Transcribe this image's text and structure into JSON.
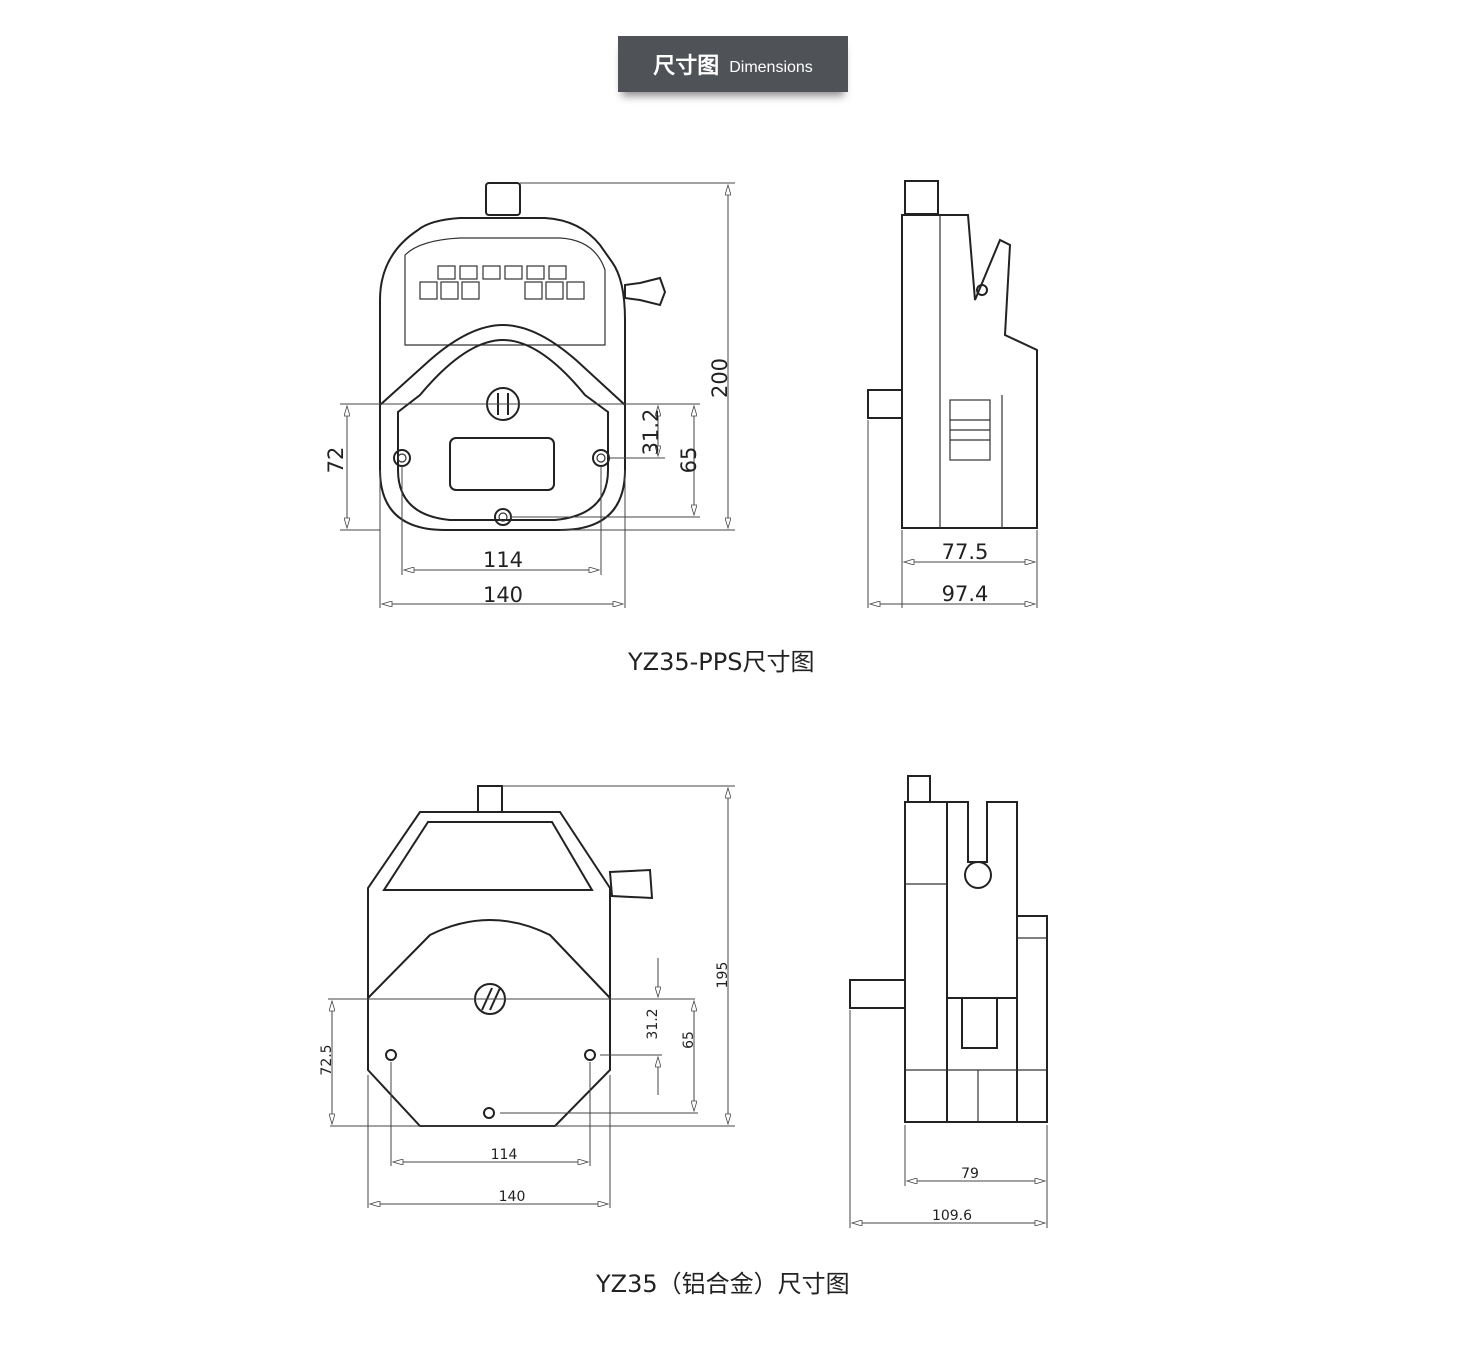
{
  "header": {
    "title_cn": "尺寸图",
    "title_en": "Dimensions"
  },
  "drawings": [
    {
      "caption": "YZ35-PPS尺寸图",
      "front": {
        "height": "200",
        "h72": "72",
        "d31": "31.2",
        "d65": "65",
        "w114": "114",
        "w140": "140"
      },
      "side": {
        "w77": "77.5",
        "w97": "97.4"
      }
    },
    {
      "caption": "YZ35（铝合金）尺寸图",
      "front": {
        "height": "195",
        "h72": "72.5",
        "d31": "31.2",
        "d65": "65",
        "w114": "114",
        "w140": "140"
      },
      "side": {
        "w79": "79",
        "w109": "109.6"
      }
    }
  ]
}
